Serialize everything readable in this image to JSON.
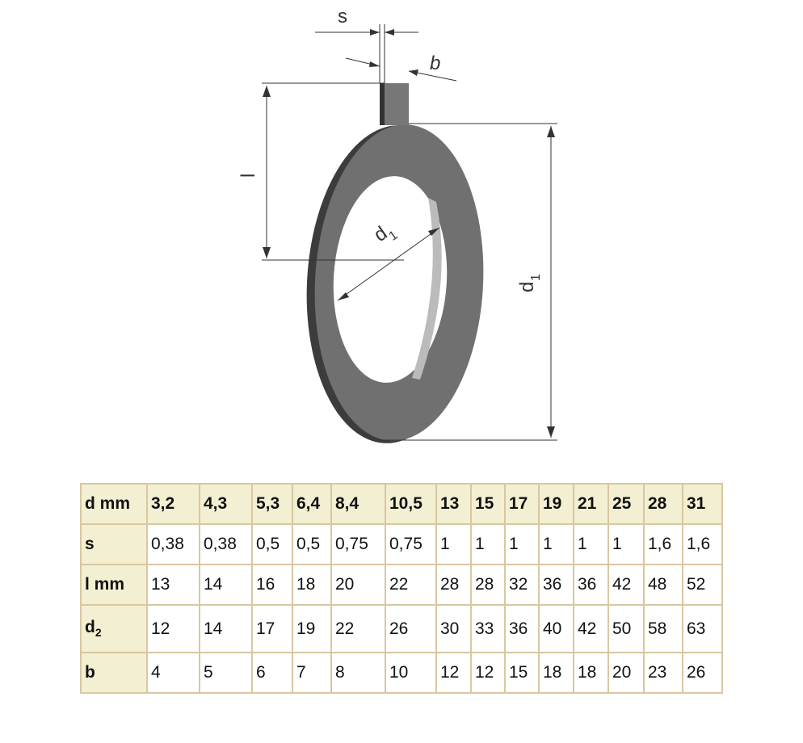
{
  "diagram": {
    "label_s": "s",
    "label_b": "b",
    "label_l": "l",
    "label_d_inner": "d",
    "label_d_inner_sub": "1",
    "label_d_outer": "d",
    "label_d_outer_sub": "1"
  },
  "table": {
    "rows": [
      {
        "header": "d mm",
        "cells": [
          "3,2",
          "4,3",
          "5,3",
          "6,4",
          "8,4",
          "10,5",
          "13",
          "15",
          "17",
          "19",
          "21",
          "25",
          "28",
          "31"
        ]
      },
      {
        "header": "s",
        "cells": [
          "0,38",
          "0,38",
          "0,5",
          "0,5",
          "0,75",
          "0,75",
          "1",
          "1",
          "1",
          "1",
          "1",
          "1",
          "1,6",
          "1,6"
        ]
      },
      {
        "header": "l mm",
        "cells": [
          "13",
          "14",
          "16",
          "18",
          "20",
          "22",
          "28",
          "28",
          "32",
          "36",
          "36",
          "42",
          "48",
          "52"
        ]
      },
      {
        "header": "d",
        "header_sub": "2",
        "cells": [
          "12",
          "14",
          "17",
          "19",
          "22",
          "26",
          "30",
          "33",
          "36",
          "40",
          "42",
          "50",
          "58",
          "63"
        ]
      },
      {
        "header": "b",
        "cells": [
          "4",
          "5",
          "6",
          "7",
          "8",
          "10",
          "12",
          "12",
          "15",
          "18",
          "18",
          "20",
          "23",
          "26"
        ]
      }
    ]
  }
}
